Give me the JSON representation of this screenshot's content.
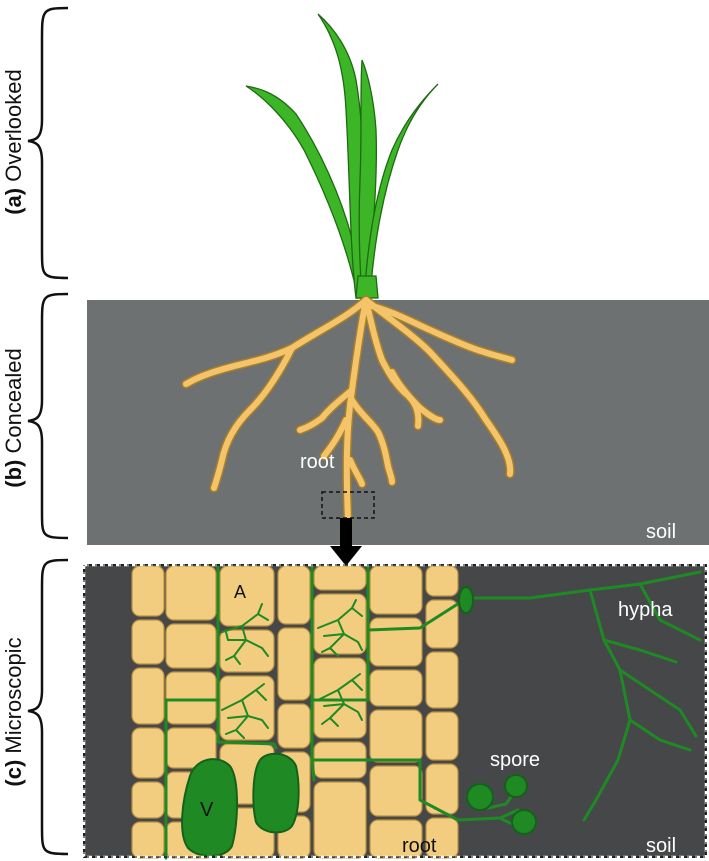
{
  "labels": {
    "a_letter": "(a)",
    "a_text": "Overlooked",
    "b_letter": "(b)",
    "b_text": "Concealed",
    "c_letter": "(c)",
    "c_text": "Microscopic"
  },
  "annotations": {
    "root_top": "root",
    "soil_top": "soil",
    "arbuscule": "A",
    "vesicle": "V",
    "hypha": "hypha",
    "spore": "spore",
    "root_bottom": "root",
    "soil_bottom": "soil"
  },
  "colors": {
    "leaf": "#3cb527",
    "leaf_stroke": "#1f6a12",
    "root": "#f4c46a",
    "root_stroke": "#a97f2c",
    "soil_top": "#6e7172",
    "soil_bottom": "#454749",
    "cell": "#f2cd80",
    "cell_stroke": "#b9913f",
    "fungus": "#1f8a23",
    "fungus_dark": "#14621a"
  }
}
